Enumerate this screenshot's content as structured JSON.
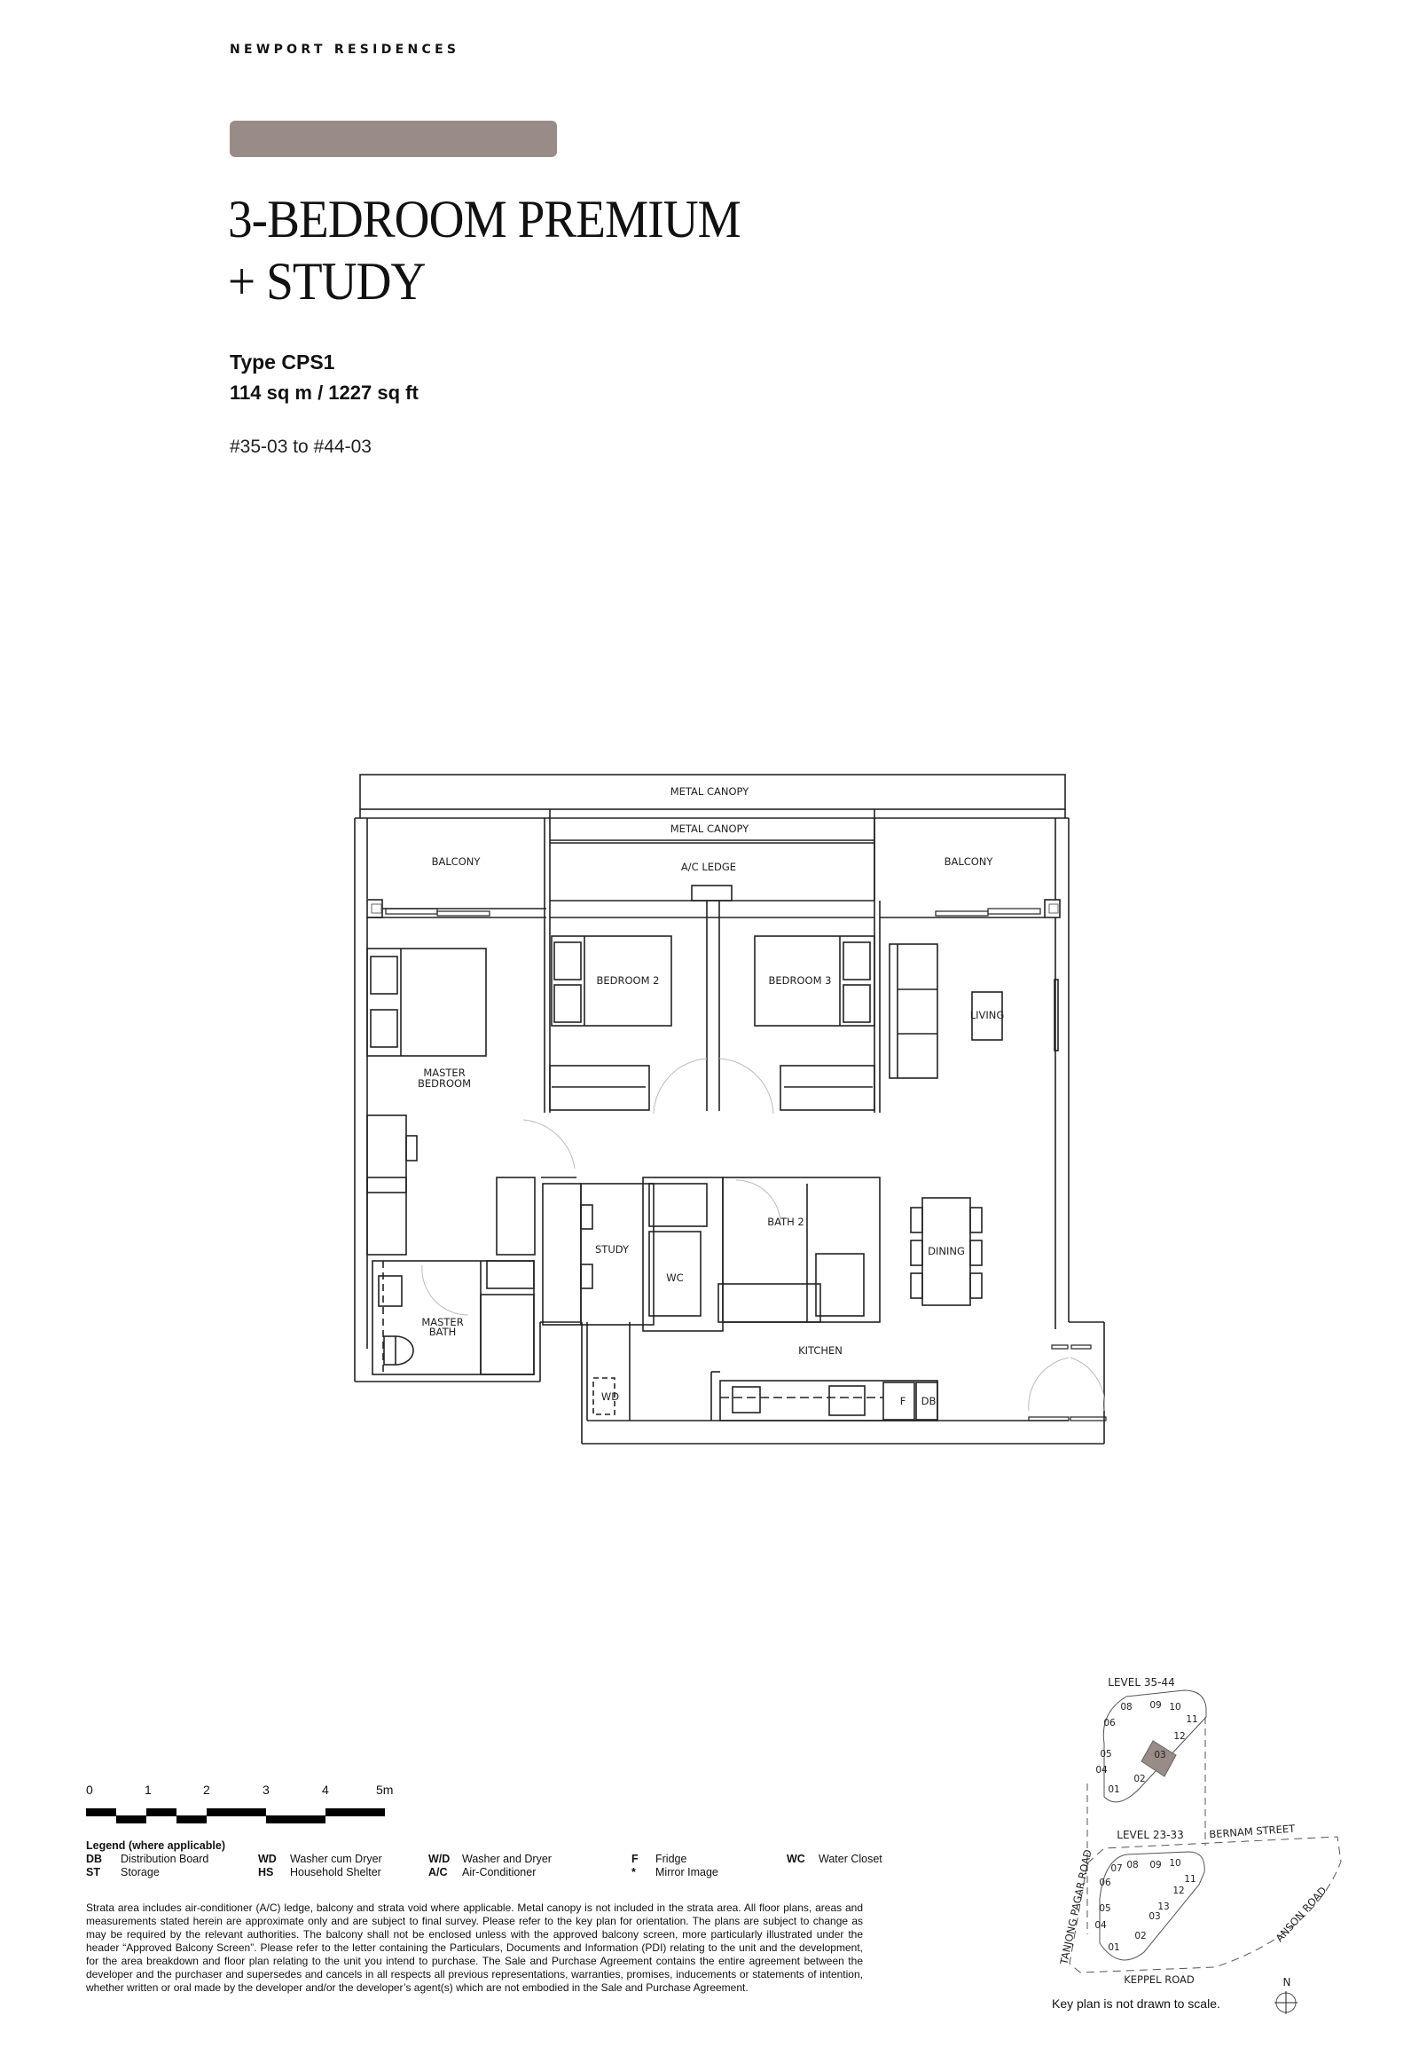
{
  "header": {
    "brand": "NEWPORT RESIDENCES",
    "tag_bar_color": "#998c88"
  },
  "unit": {
    "title_line1": "3-BEDROOM PREMIUM",
    "title_line2": "+ STUDY",
    "type": "Type CPS1",
    "area": "114 sq m / 1227 sq ft",
    "units": "#35-03 to #44-03"
  },
  "floor_plan": {
    "labels": {
      "metal_canopy_top": "METAL CANOPY",
      "metal_canopy_mid": "METAL CANOPY",
      "ac_ledge": "A/C LEDGE",
      "balcony_left": "BALCONY",
      "balcony_right": "BALCONY",
      "master_bedroom_1": "MASTER",
      "master_bedroom_2": "BEDROOM",
      "bedroom2": "BEDROOM 2",
      "bedroom3": "BEDROOM 3",
      "living": "LIVING",
      "study": "STUDY",
      "wc": "WC",
      "bath2": "BATH 2",
      "dining": "DINING",
      "master_bath_1": "MASTER",
      "master_bath_2": "BATH",
      "kitchen": "KITCHEN",
      "wd": "WD",
      "fridge": "F",
      "db": "DB"
    }
  },
  "scale_bar": {
    "ticks": [
      "0",
      "1",
      "2",
      "3",
      "4",
      "5m"
    ]
  },
  "legend": {
    "title": "Legend (where applicable)",
    "rows": [
      [
        {
          "code": "DB",
          "desc": "Distribution Board"
        },
        {
          "code": "WD",
          "desc": "Washer cum Dryer"
        },
        {
          "code": "W/D",
          "desc": "Washer and Dryer"
        },
        {
          "code": "F",
          "desc": "Fridge"
        },
        {
          "code": "WC",
          "desc": "Water Closet"
        }
      ],
      [
        {
          "code": "ST",
          "desc": "Storage"
        },
        {
          "code": "HS",
          "desc": "Household Shelter"
        },
        {
          "code": "A/C",
          "desc": "Air-Conditioner"
        },
        {
          "code": "*",
          "desc": "Mirror Image"
        }
      ]
    ]
  },
  "disclaimer": "Strata area includes air-conditioner (A/C) ledge, balcony and strata void where applicable. Metal canopy is not included in the strata area. All floor plans, areas and measurements stated herein are approximate only and are subject to final survey. Please refer to the key plan for orientation. The plans are subject to change as may be required by the relevant authorities. The balcony shall not be enclosed unless with the approved balcony screen, more particularly illustrated under the header “Approved Balcony Screen”. Please refer to the letter containing the Particulars, Documents and Information (PDI) relating to the unit and the development, for the area breakdown and floor plan relating to the unit you intend to purchase. The Sale and Purchase Agreement contains the entire agreement between the developer and the purchaser and supersedes and cancels in all respects all previous representations, warranties, promises, inducements or statements of intention, whether written or oral made by the developer and/or the developer’s agent(s) which are not embodied in the Sale and Purchase Agreement.",
  "key_plan": {
    "upper_level": "LEVEL  35-44",
    "lower_level": "LEVEL  23-33",
    "highlight_unit": "03",
    "highlight_color": "#998c88",
    "upper_units": [
      "08",
      "09",
      "10",
      "11",
      "06",
      "12",
      "05",
      "03",
      "04",
      "02",
      "01"
    ],
    "lower_units": [
      "07",
      "08",
      "09",
      "10",
      "11",
      "06",
      "12",
      "13",
      "05",
      "03",
      "04",
      "02",
      "01"
    ],
    "roads": {
      "bernam": "BERNAM STREET",
      "tanjong": "TANJONG PAGAR ROAD",
      "anson": "ANSON ROAD",
      "keppel": "KEPPEL ROAD"
    },
    "north": "N",
    "note": "Key plan is not drawn to scale."
  }
}
